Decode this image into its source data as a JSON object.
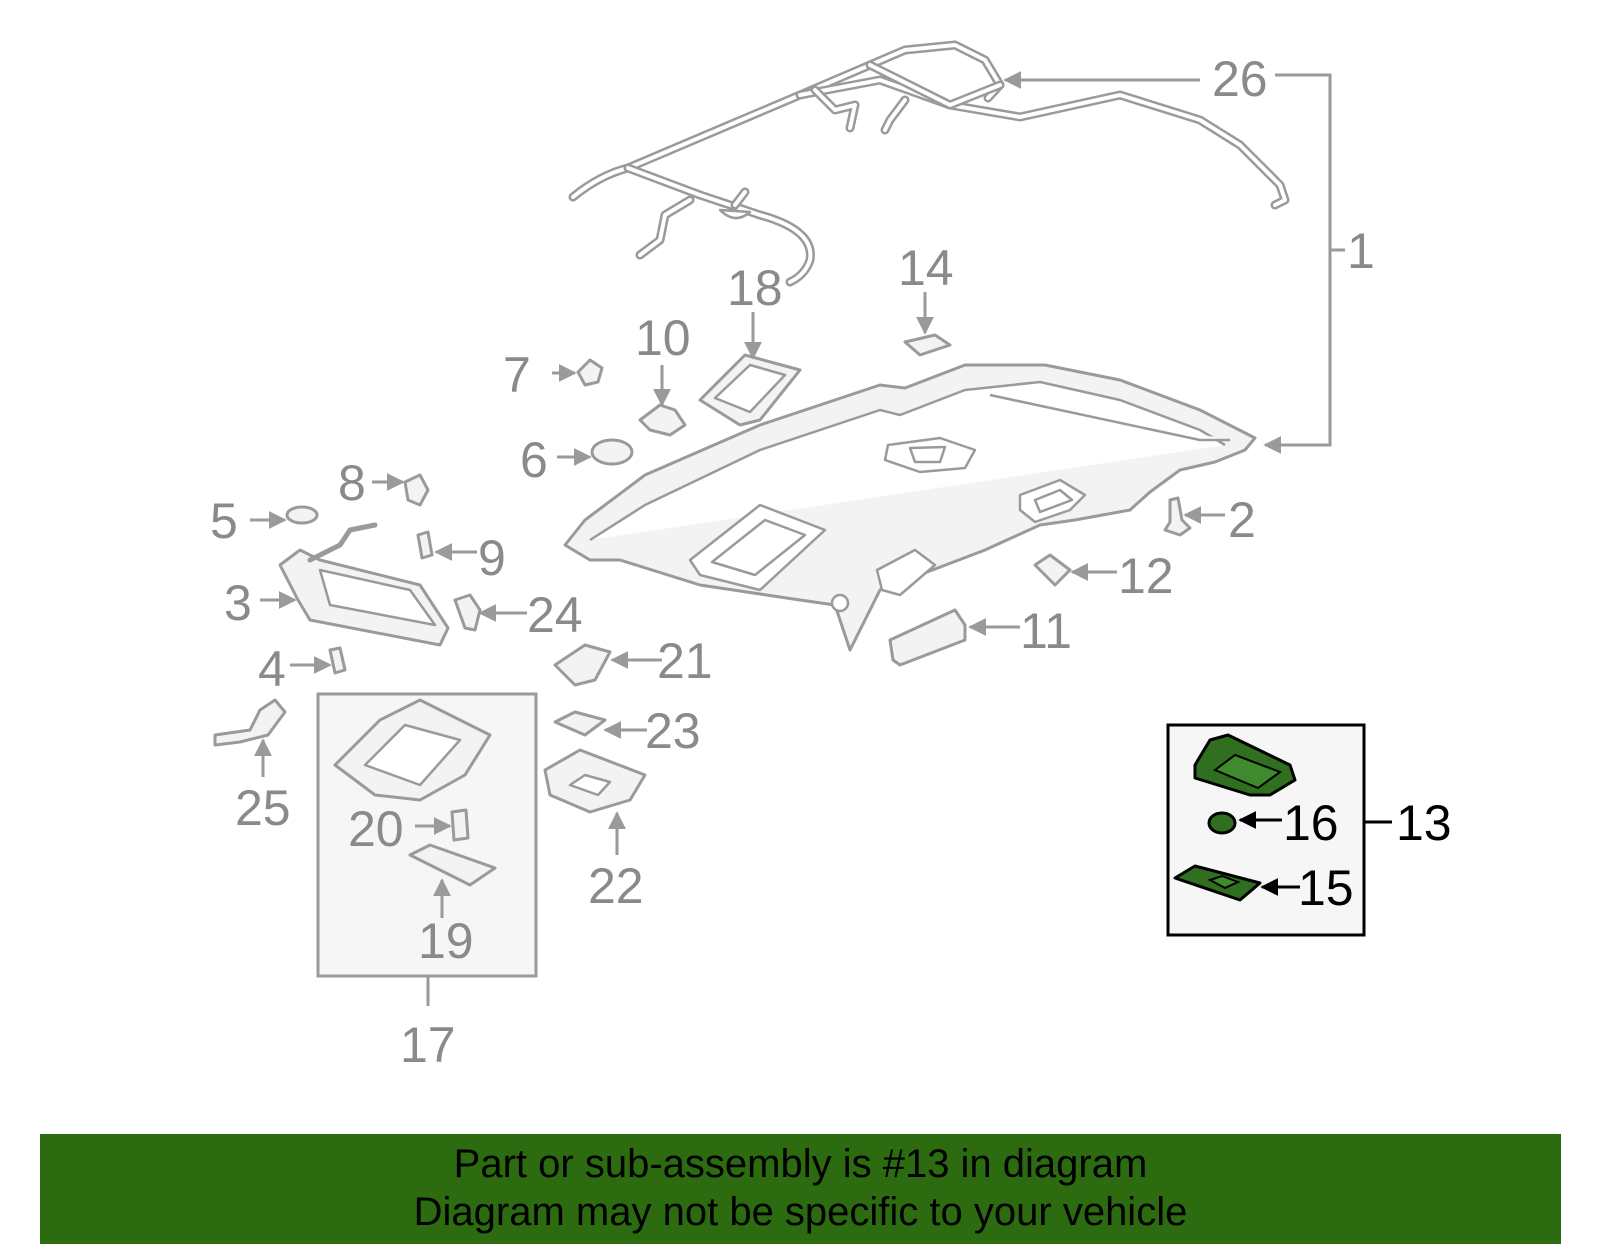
{
  "callouts": {
    "c1": "1",
    "c2": "2",
    "c3": "3",
    "c4": "4",
    "c5": "5",
    "c6": "6",
    "c7": "7",
    "c8": "8",
    "c9": "9",
    "c10": "10",
    "c11": "11",
    "c12": "12",
    "c13": "13",
    "c14": "14",
    "c15": "15",
    "c16": "16",
    "c17": "17",
    "c18": "18",
    "c19": "19",
    "c20": "20",
    "c21": "21",
    "c22": "22",
    "c23": "23",
    "c24": "24",
    "c25": "25",
    "c26": "26"
  },
  "banner": {
    "line1": "Part or sub-assembly is #13 in diagram",
    "line2": "Diagram may not be specific to your vehicle",
    "color": "#2c6b10"
  },
  "colors": {
    "part_gray": "#9a9a9a",
    "highlight_green": "#2f6f1f"
  }
}
